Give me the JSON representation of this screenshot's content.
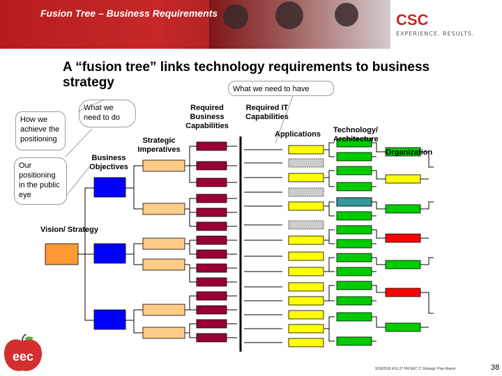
{
  "banner": {
    "title": "Fusion Tree – Business Requirements",
    "logo_letters": "CSC",
    "logo_tagline": "EXPERIENCE. RESULTS."
  },
  "headline": "A “fusion tree” links technology requirements to business strategy",
  "callouts": {
    "what_we_need_to_have": "What we need to have",
    "what_we_need_to_do": "What we need to do",
    "how_we_achieve": "How we achieve the positioning",
    "our_positioning": "Our positioning in the public eye"
  },
  "column_labels": {
    "vision_strategy": "Vision/ Strategy",
    "business_objectives": "Business Objectives",
    "strategic_imperatives": "Strategic Imperatives",
    "required_business_capabilities": "Required Business Capabilities",
    "required_it_capabilities": "Required IT Capabilities",
    "applications": "Applications",
    "technology_architecture": "Technology/ Architecture",
    "organization": "Organization"
  },
  "colors": {
    "vision": "#ff9933",
    "objective": "#0000ff",
    "imperative": "#ffcc88",
    "business_capability": "#990033",
    "it_capability": "#cccccc",
    "application": "#ffff00",
    "technology": "#00cc00",
    "organization_green": "#00cc00",
    "organization_red": "#ff0000",
    "organization_teal": "#339999"
  },
  "footer": {
    "note": "9/18/2018 4:51:27 PM EEC IT Strategic Plan Report",
    "page_number": "38",
    "logo_text": "eec"
  }
}
